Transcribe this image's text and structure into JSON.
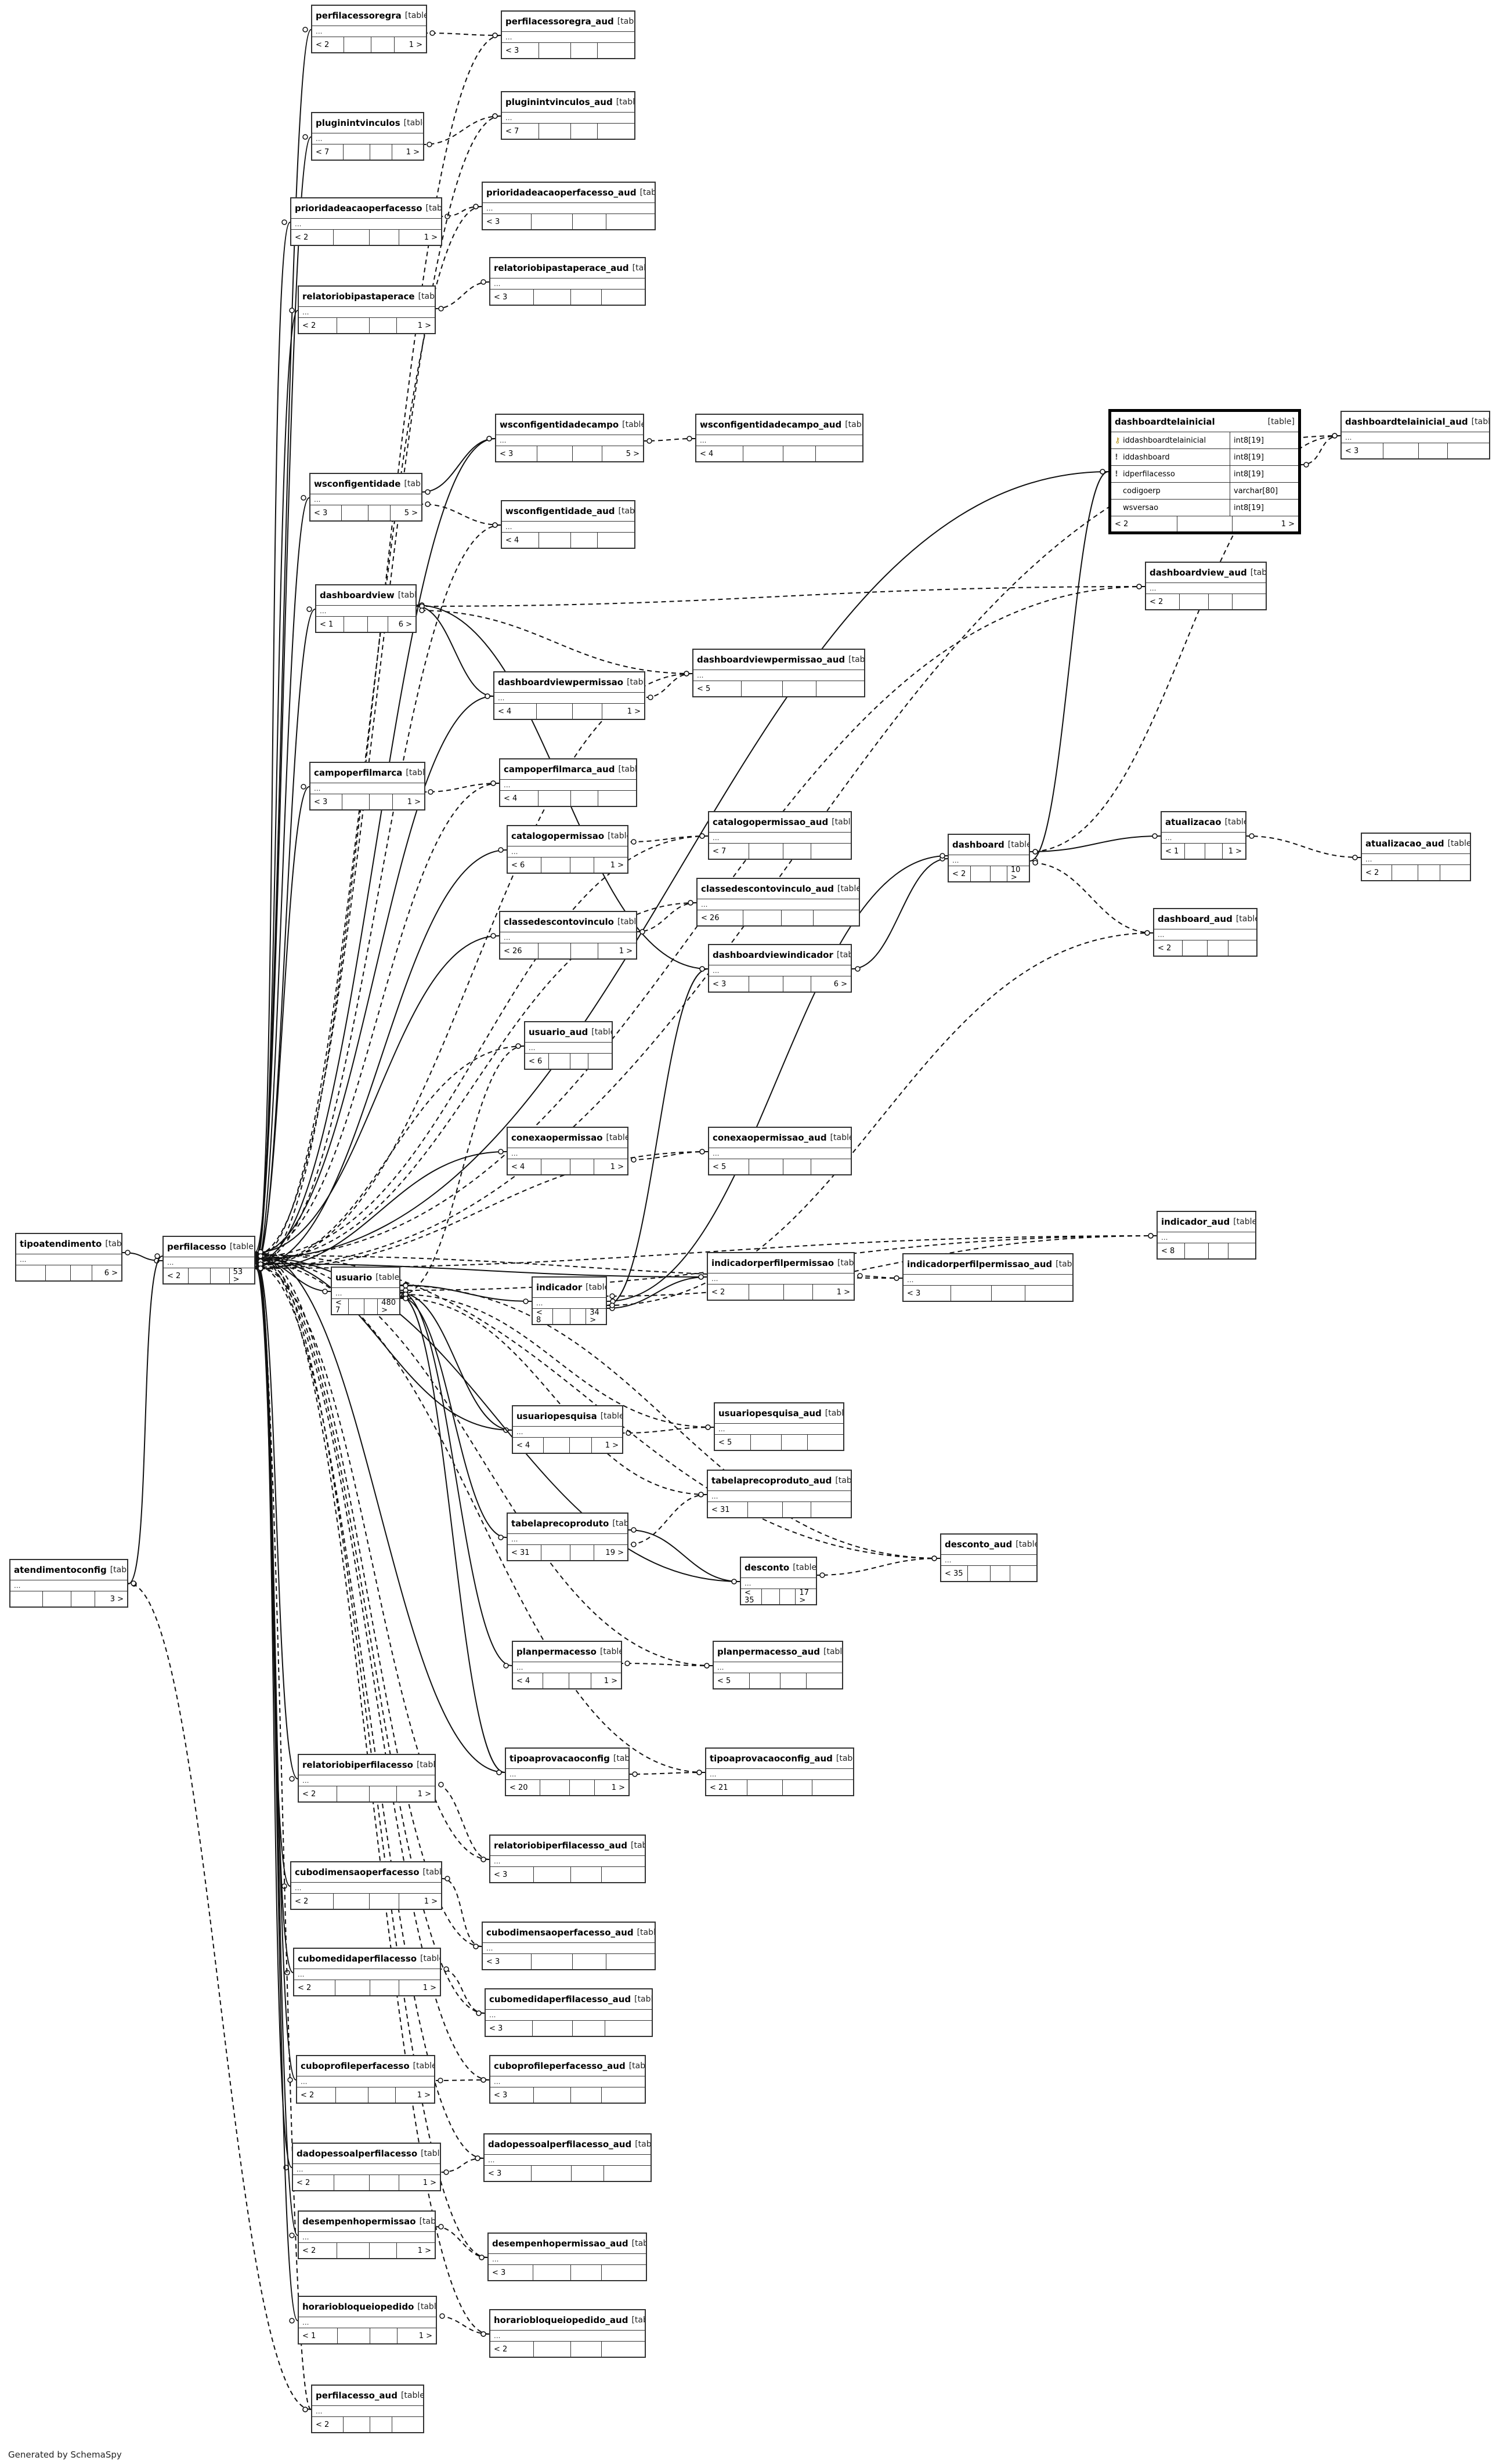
{
  "footer": "Generated by SchemaSpy",
  "table_type_label": "[table]",
  "focus_table": {
    "name": "dashboardtelainicial",
    "columns": [
      {
        "name": "iddashboardtelainicial",
        "type": "int8[19]",
        "key": "pk"
      },
      {
        "name": "iddashboard",
        "type": "int8[19]",
        "key": "fk"
      },
      {
        "name": "idperfilacesso",
        "type": "int8[19]",
        "key": "fk"
      },
      {
        "name": "codigoerp",
        "type": "varchar[80]",
        "key": ""
      },
      {
        "name": "wsversao",
        "type": "int8[19]",
        "key": ""
      }
    ],
    "parents": "< 2",
    "children": "1 >"
  },
  "tables": [
    {
      "id": "perfilacessoregra",
      "name": "perfilacessoregra",
      "parents": "< 2",
      "children": "1 >"
    },
    {
      "id": "perfilacessoregra_aud",
      "name": "perfilacessoregra_aud",
      "parents": "< 3",
      "children": ""
    },
    {
      "id": "pluginintvinculos",
      "name": "pluginintvinculos",
      "parents": "< 7",
      "children": "1 >"
    },
    {
      "id": "pluginintvinculos_aud",
      "name": "pluginintvinculos_aud",
      "parents": "< 7",
      "children": ""
    },
    {
      "id": "prioridadeacaoperfacesso",
      "name": "prioridadeacaoperfacesso",
      "parents": "< 2",
      "children": "1 >"
    },
    {
      "id": "prioridadeacaoperfacesso_aud",
      "name": "prioridadeacaoperfacesso_aud",
      "parents": "< 3",
      "children": ""
    },
    {
      "id": "relatoriobipastaperace",
      "name": "relatoriobipastaperace",
      "parents": "< 2",
      "children": "1 >"
    },
    {
      "id": "relatoriobipastaperace_aud",
      "name": "relatoriobipastaperace_aud",
      "parents": "< 3",
      "children": ""
    },
    {
      "id": "wsconfigentidadecampo",
      "name": "wsconfigentidadecampo",
      "parents": "< 3",
      "children": "5 >"
    },
    {
      "id": "wsconfigentidadecampo_aud",
      "name": "wsconfigentidadecampo_aud",
      "parents": "< 4",
      "children": ""
    },
    {
      "id": "wsconfigentidade",
      "name": "wsconfigentidade",
      "parents": "< 3",
      "children": "5 >"
    },
    {
      "id": "wsconfigentidade_aud",
      "name": "wsconfigentidade_aud",
      "parents": "< 4",
      "children": ""
    },
    {
      "id": "dashboardtelainicial_aud",
      "name": "dashboardtelainicial_aud",
      "parents": "< 3",
      "children": ""
    },
    {
      "id": "dashboardview",
      "name": "dashboardview",
      "parents": "< 1",
      "children": "6 >"
    },
    {
      "id": "dashboardview_aud",
      "name": "dashboardview_aud",
      "parents": "< 2",
      "children": ""
    },
    {
      "id": "dashboardviewpermissao_aud",
      "name": "dashboardviewpermissao_aud",
      "parents": "< 5",
      "children": ""
    },
    {
      "id": "dashboardviewpermissao",
      "name": "dashboardviewpermissao",
      "parents": "< 4",
      "children": "1 >"
    },
    {
      "id": "campoperfilmarca",
      "name": "campoperfilmarca",
      "parents": "< 3",
      "children": "1 >"
    },
    {
      "id": "campoperfilmarca_aud",
      "name": "campoperfilmarca_aud",
      "parents": "< 4",
      "children": ""
    },
    {
      "id": "catalogopermissao",
      "name": "catalogopermissao",
      "parents": "< 6",
      "children": "1 >"
    },
    {
      "id": "catalogopermissao_aud",
      "name": "catalogopermissao_aud",
      "parents": "< 7",
      "children": ""
    },
    {
      "id": "atualizacao",
      "name": "atualizacao",
      "parents": "< 1",
      "children": "1 >"
    },
    {
      "id": "atualizacao_aud",
      "name": "atualizacao_aud",
      "parents": "< 2",
      "children": ""
    },
    {
      "id": "dashboard",
      "name": "dashboard",
      "parents": "< 2",
      "children": "10 >"
    },
    {
      "id": "classedescontovinculo_aud",
      "name": "classedescontovinculo_aud",
      "parents": "< 26",
      "children": ""
    },
    {
      "id": "classedescontovinculo",
      "name": "classedescontovinculo",
      "parents": "< 26",
      "children": "1 >"
    },
    {
      "id": "dashboard_aud",
      "name": "dashboard_aud",
      "parents": "< 2",
      "children": ""
    },
    {
      "id": "dashboardviewindicador",
      "name": "dashboardviewindicador",
      "parents": "< 3",
      "children": "6 >"
    },
    {
      "id": "usuario_aud",
      "name": "usuario_aud",
      "parents": "< 6",
      "children": ""
    },
    {
      "id": "conexaopermissao",
      "name": "conexaopermissao",
      "parents": "< 4",
      "children": "1 >"
    },
    {
      "id": "conexaopermissao_aud",
      "name": "conexaopermissao_aud",
      "parents": "< 5",
      "children": ""
    },
    {
      "id": "indicador_aud",
      "name": "indicador_aud",
      "parents": "< 8",
      "children": ""
    },
    {
      "id": "tipoatendimento",
      "name": "tipoatendimento",
      "parents": "",
      "children": "6 >"
    },
    {
      "id": "perfilacesso",
      "name": "perfilacesso",
      "parents": "< 2",
      "children": "53 >"
    },
    {
      "id": "usuario",
      "name": "usuario",
      "parents": "< 7",
      "children": "480 >"
    },
    {
      "id": "indicadorperfilpermissao",
      "name": "indicadorperfilpermissao",
      "parents": "< 2",
      "children": "1 >"
    },
    {
      "id": "indicadorperfilpermissao_aud",
      "name": "indicadorperfilpermissao_aud",
      "parents": "< 3",
      "children": ""
    },
    {
      "id": "indicador",
      "name": "indicador",
      "parents": "< 8",
      "children": "34 >"
    },
    {
      "id": "usuariopesquisa",
      "name": "usuariopesquisa",
      "parents": "< 4",
      "children": "1 >"
    },
    {
      "id": "usuariopesquisa_aud",
      "name": "usuariopesquisa_aud",
      "parents": "< 5",
      "children": ""
    },
    {
      "id": "tabelaprecoproduto_aud",
      "name": "tabelaprecoproduto_aud",
      "parents": "< 31",
      "children": ""
    },
    {
      "id": "tabelaprecoproduto",
      "name": "tabelaprecoproduto",
      "parents": "< 31",
      "children": "19 >"
    },
    {
      "id": "desconto_aud",
      "name": "desconto_aud",
      "parents": "< 35",
      "children": ""
    },
    {
      "id": "atendimentoconfig",
      "name": "atendimentoconfig",
      "parents": "",
      "children": "3 >"
    },
    {
      "id": "desconto",
      "name": "desconto",
      "parents": "< 35",
      "children": "17 >"
    },
    {
      "id": "planpermacesso",
      "name": "planpermacesso",
      "parents": "< 4",
      "children": "1 >"
    },
    {
      "id": "planpermacesso_aud",
      "name": "planpermacesso_aud",
      "parents": "< 5",
      "children": ""
    },
    {
      "id": "tipoaprovacaoconfig",
      "name": "tipoaprovacaoconfig",
      "parents": "< 20",
      "children": "1 >"
    },
    {
      "id": "tipoaprovacaoconfig_aud",
      "name": "tipoaprovacaoconfig_aud",
      "parents": "< 21",
      "children": ""
    },
    {
      "id": "relatoriobiperfilacesso",
      "name": "relatoriobiperfilacesso",
      "parents": "< 2",
      "children": "1 >"
    },
    {
      "id": "relatoriobiperfilacesso_aud",
      "name": "relatoriobiperfilacesso_aud",
      "parents": "< 3",
      "children": ""
    },
    {
      "id": "cubodimensaoperfacesso",
      "name": "cubodimensaoperfacesso",
      "parents": "< 2",
      "children": "1 >"
    },
    {
      "id": "cubodimensaoperfacesso_aud",
      "name": "cubodimensaoperfacesso_aud",
      "parents": "< 3",
      "children": ""
    },
    {
      "id": "cubomedidaperfilacesso",
      "name": "cubomedidaperfilacesso",
      "parents": "< 2",
      "children": "1 >"
    },
    {
      "id": "cubomedidaperfilacesso_aud",
      "name": "cubomedidaperfilacesso_aud",
      "parents": "< 3",
      "children": ""
    },
    {
      "id": "cuboprofileperfacesso",
      "name": "cuboprofileperfacesso",
      "parents": "< 2",
      "children": "1 >"
    },
    {
      "id": "cuboprofileperfacesso_aud",
      "name": "cuboprofileperfacesso_aud",
      "parents": "< 3",
      "children": ""
    },
    {
      "id": "dadopessoalperfilacesso",
      "name": "dadopessoalperfilacesso",
      "parents": "< 2",
      "children": "1 >"
    },
    {
      "id": "dadopessoalperfilacesso_aud",
      "name": "dadopessoalperfilacesso_aud",
      "parents": "< 3",
      "children": ""
    },
    {
      "id": "desempenhopermissao",
      "name": "desempenhopermissao",
      "parents": "< 2",
      "children": "1 >"
    },
    {
      "id": "desempenhopermissao_aud",
      "name": "desempenhopermissao_aud",
      "parents": "< 3",
      "children": ""
    },
    {
      "id": "horariobloqueiopedido",
      "name": "horariobloqueiopedido",
      "parents": "< 1",
      "children": "1 >"
    },
    {
      "id": "horariobloqueiopedido_aud",
      "name": "horariobloqueiopedido_aud",
      "parents": "< 2",
      "children": ""
    },
    {
      "id": "perfilacesso_aud",
      "name": "perfilacesso_aud",
      "parents": "< 2",
      "children": ""
    }
  ]
}
